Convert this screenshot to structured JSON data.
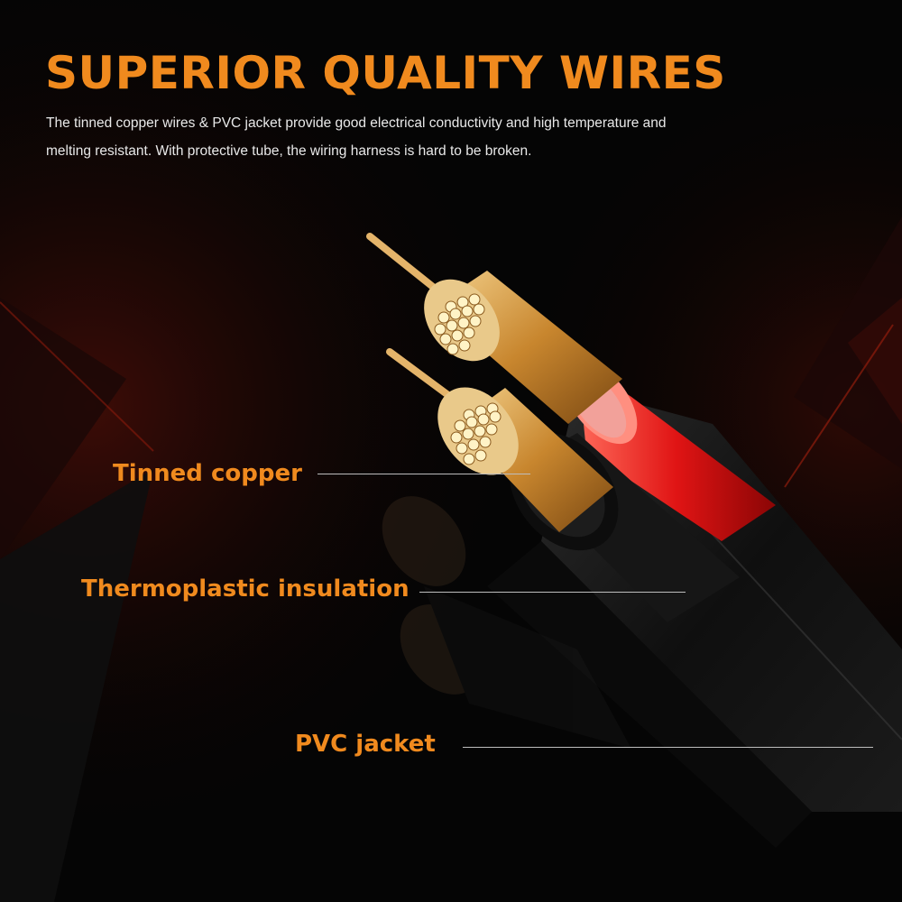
{
  "header": {
    "title": "SUPERIOR QUALITY WIRES",
    "description_line1": "The tinned copper wires & PVC jacket provide good electrical conductivity and high temperature and",
    "description_line2": "melting resistant. With protective tube, the wiring harness is hard to be broken."
  },
  "labels": {
    "tinned_copper": "Tinned copper",
    "insulation": "Thermoplastic insulation",
    "jacket": "PVC jacket"
  },
  "colors": {
    "background": "#050505",
    "accent": "#f08a1e",
    "red_insulation": "#e01414",
    "copper": "#c8862e",
    "leader_line": "#bdbdbd"
  }
}
